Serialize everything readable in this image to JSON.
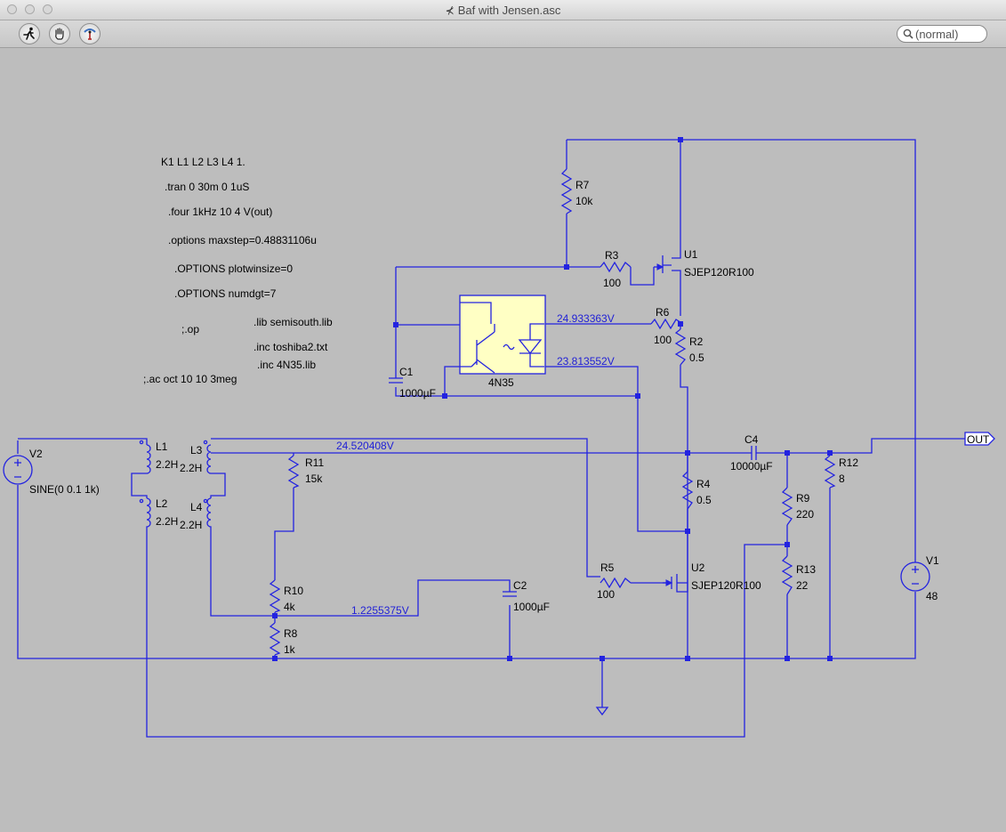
{
  "window": {
    "title": "Baf with Jensen.asc",
    "title_icon": "component-glyph",
    "title_icon_glyph": "⊀"
  },
  "toolbar": {
    "buttons": [
      {
        "name": "run-simulation",
        "icon": "running-man-icon"
      },
      {
        "name": "pan",
        "icon": "hand-icon"
      },
      {
        "name": "probe",
        "icon": "probe-icon"
      }
    ],
    "search_placeholder": "(normal)"
  },
  "colors": {
    "canvas": "#bdbdbd",
    "wire": "#2323e0",
    "node_voltage": "#1f1fd6",
    "optocoupler_fill": "#ffffc4",
    "text": "#000000"
  },
  "directives": {
    "k": "K1 L1 L2 L3 L4 1.",
    "tran": ".tran 0 30m 0 1uS",
    "four": ".four 1kHz 10 4 V(out)",
    "maxstep": ".options maxstep=0.48831106u",
    "plotwinsize": ".OPTIONS plotwinsize=0",
    "numdgt": ".OPTIONS numdgt=7",
    "op": ";.op",
    "lib": ".lib semisouth.lib",
    "inc_toshiba": ".inc toshiba2.txt",
    "inc_4n35": ".inc 4N35.lib",
    "ac": ";.ac oct 10 10 3meg"
  },
  "components": {
    "R7": {
      "name": "R7",
      "value": "10k"
    },
    "R3": {
      "name": "R3",
      "value": "100"
    },
    "U1": {
      "name": "U1",
      "value": "SJEP120R100"
    },
    "R6": {
      "name": "R6",
      "value": "100"
    },
    "R2": {
      "name": "R2",
      "value": "0.5"
    },
    "C1": {
      "name": "C1",
      "value": "1000µF"
    },
    "OPTO": {
      "name": "4N35"
    },
    "V2": {
      "name": "V2",
      "value": "SINE(0 0.1 1k)"
    },
    "L1": {
      "name": "L1",
      "value": "2.2H"
    },
    "L2": {
      "name": "L2",
      "value": "2.2H"
    },
    "L3": {
      "name": "L3",
      "value": "2.2H"
    },
    "L4": {
      "name": "L4",
      "value": "2.2H"
    },
    "R11": {
      "name": "R11",
      "value": "15k"
    },
    "C4": {
      "name": "C4",
      "value": "10000µF"
    },
    "R4": {
      "name": "R4",
      "value": "0.5"
    },
    "R12": {
      "name": "R12",
      "value": "8"
    },
    "R9": {
      "name": "R9",
      "value": "220"
    },
    "R13": {
      "name": "R13",
      "value": "22"
    },
    "R5": {
      "name": "R5",
      "value": "100"
    },
    "U2": {
      "name": "U2",
      "value": "SJEP120R100"
    },
    "R10": {
      "name": "R10",
      "value": "4k"
    },
    "R8": {
      "name": "R8",
      "value": "1k"
    },
    "C2": {
      "name": "C2",
      "value": "1000µF"
    },
    "V1": {
      "name": "V1",
      "value": "48"
    },
    "OUT": {
      "name": "OUT"
    }
  },
  "node_voltages": {
    "v1": "24.933363V",
    "v2": "23.813552V",
    "v3": "24.520408V",
    "v4": "1.2255375V"
  }
}
